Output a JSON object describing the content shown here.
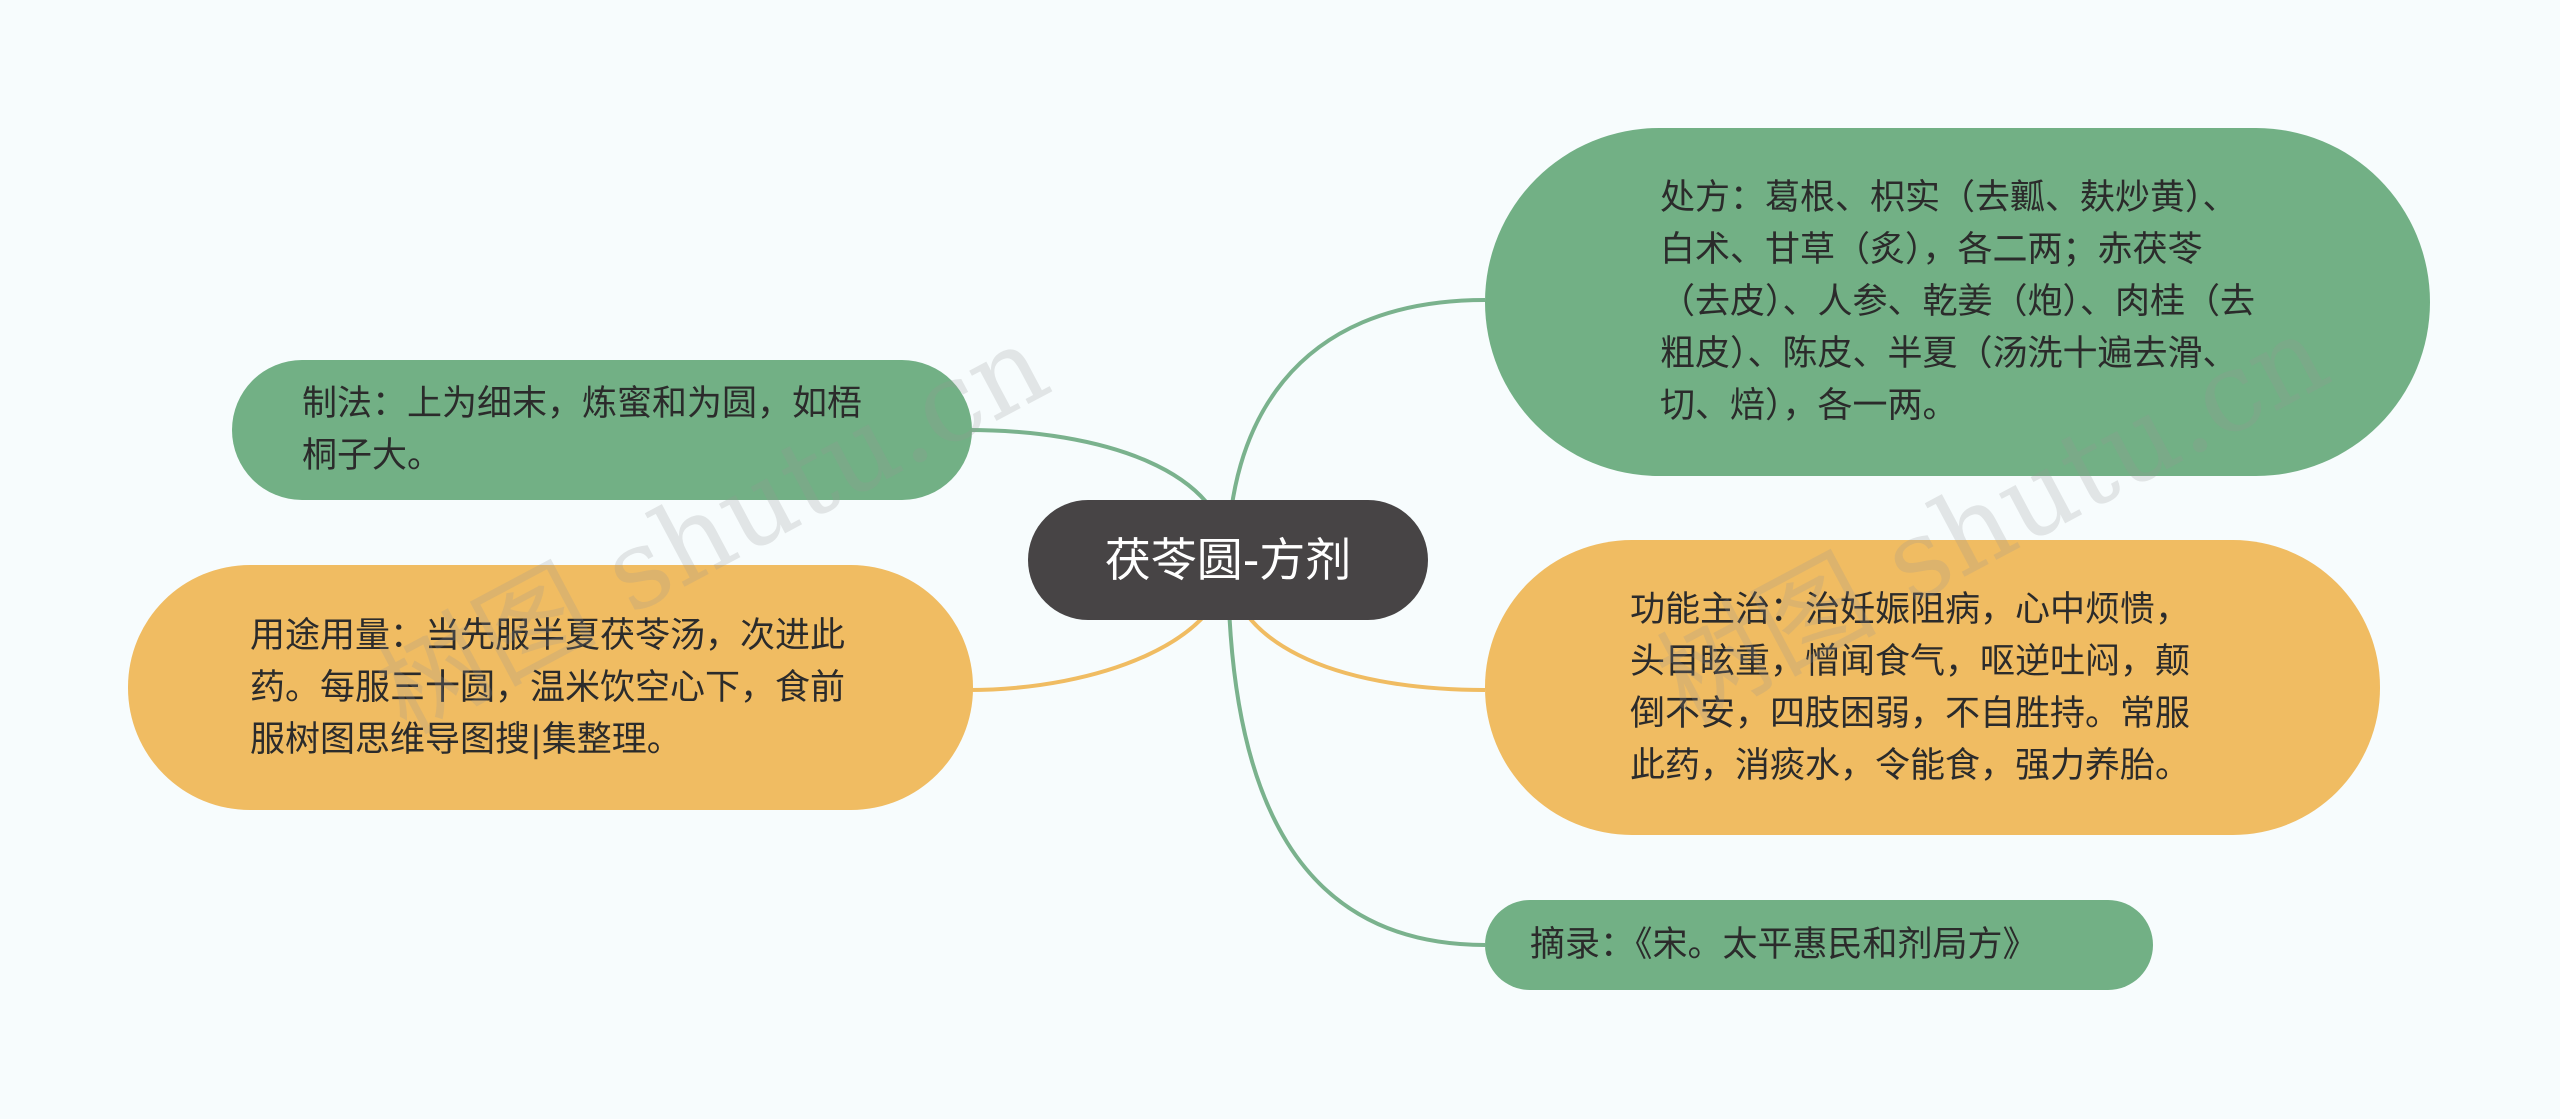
{
  "center": {
    "title": "茯苓圆-方剂"
  },
  "nodes": {
    "prescription": "处方：葛根、枳实（去瓤、麸炒黄）、白术、甘草（炙），各二两；赤茯苓（去皮）、人参、乾姜（炮）、肉桂（去粗皮）、陈皮、半夏（汤洗十遍去滑、切、焙），各一两。",
    "method": "制法：上为细末，炼蜜和为圆，如梧桐子大。",
    "usage": "用途用量：当先服半夏茯苓汤，次进此药。每服三十圆，温米饮空心下，食前服树图思维导图搜|集整理。",
    "indications": "功能主治：治妊娠阻病，心中烦愦，头目眩重，憎闻食气，呕逆吐闷，颠倒不安，四肢困弱，不自胜持。常服此药，消痰水，令能食，强力养胎。",
    "source": "摘录：《宋。太平惠民和剂局方》"
  },
  "watermarks": [
    "树图 shutu.cn",
    "树图 shutu.cn"
  ],
  "colors": {
    "green": "#72b085",
    "orange": "#f0bc62",
    "center": "#474445",
    "green_link": "#7ab28d",
    "orange_link": "#f0bc62"
  }
}
